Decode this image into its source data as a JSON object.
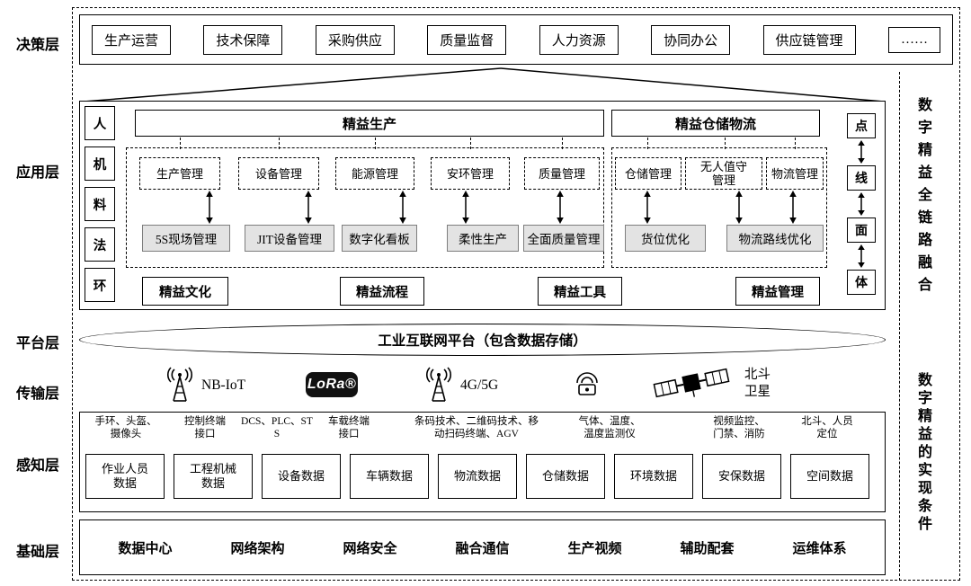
{
  "layers": {
    "decision": "决策层",
    "application": "应用层",
    "platform": "平台层",
    "transmission": "传输层",
    "perception": "感知层",
    "foundation": "基础层"
  },
  "right_labels": {
    "top": "数字精益全链路融合",
    "bottom": "数字精益的实现条件"
  },
  "decision": {
    "items": [
      "生产运营",
      "技术保障",
      "采购供应",
      "质量监督",
      "人力资源",
      "协同办公",
      "供应链管理",
      "……"
    ]
  },
  "application": {
    "left_column": [
      "人",
      "机",
      "料",
      "法",
      "环"
    ],
    "headers": {
      "lean_production": "精益生产",
      "lean_warehouse": "精益仓储物流"
    },
    "management_boxes": [
      "生产管理",
      "设备管理",
      "能源管理",
      "安环管理",
      "质量管理",
      "仓储管理",
      "无人值守管理",
      "物流管理"
    ],
    "practice_boxes": [
      "5S现场管理",
      "JIT设备管理",
      "数字化看板",
      "柔性生产",
      "全面质量管理",
      "货位优化",
      "物流路线优化"
    ],
    "right_column": [
      "点",
      "线",
      "面",
      "体"
    ],
    "bottom_row": [
      "精益文化",
      "精益流程",
      "精益工具",
      "精益管理"
    ]
  },
  "platform": {
    "label": "工业互联网平台（包含数据存储）"
  },
  "transmission": {
    "nb_iot": "NB-IoT",
    "lora": "LoRa®",
    "cellular": "4G/5G",
    "satellite": "北斗卫星"
  },
  "perception": {
    "sources": [
      "手环、头盔、摄像头",
      "控制终端接口",
      "DCS、PLC、STS",
      "车载终端接口",
      "条码技术、二维码技术、移动扫码终端、AGV",
      "气体、温度、温度监测仪",
      "视频监控、门禁、消防",
      "北斗、人员定位"
    ],
    "data_boxes": [
      "作业人员数据",
      "工程机械数据",
      "设备数据",
      "车辆数据",
      "物流数据",
      "仓储数据",
      "环境数据",
      "安保数据",
      "空间数据"
    ]
  },
  "foundation": {
    "items": [
      "数据中心",
      "网络架构",
      "网络安全",
      "融合通信",
      "生产视频",
      "辅助配套",
      "运维体系"
    ]
  },
  "colors": {
    "practice_box_bg": "#e3e3e3",
    "line": "#000000"
  }
}
